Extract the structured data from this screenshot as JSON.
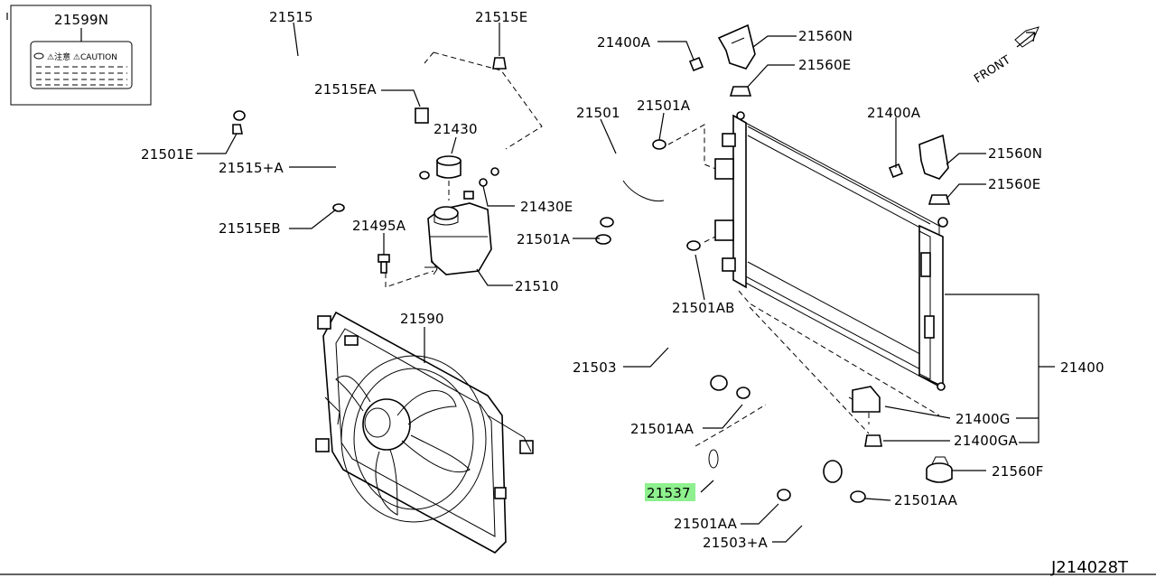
{
  "diagram_code": "J214028T",
  "front_label": "FRONT",
  "caution_label": {
    "part_no": "21599N",
    "text": "⚠注意 ⚠CAUTION"
  },
  "parts": {
    "p21515": "21515",
    "p21515E": "21515E",
    "p21515EA": "21515EA",
    "p21430": "21430",
    "p21501E": "21501E",
    "p21515A": "21515+A",
    "p21430E": "21430E",
    "p21515EB": "21515EB",
    "p21495A": "21495A",
    "p21510": "21510",
    "p21590": "21590",
    "p21400A_1": "21400A",
    "p21560N_1": "21560N",
    "p21560E_1": "21560E",
    "p21501": "21501",
    "p21501A_1": "21501A",
    "p21400A_2": "21400A",
    "p21560N_2": "21560N",
    "p21560E_2": "21560E",
    "p21501A_2": "21501A",
    "p21501AB": "21501AB",
    "p21503": "21503",
    "p21400": "21400",
    "p21501AA_1": "21501AA",
    "p21400G": "21400G",
    "p21400GA": "21400GA",
    "p21537": "21537",
    "p21560F": "21560F",
    "p21501AA_2": "21501AA",
    "p21501AA_3": "21501AA",
    "p21503A": "21503+A"
  },
  "colors": {
    "highlight": "#8ef08e",
    "ink": "#000000"
  }
}
